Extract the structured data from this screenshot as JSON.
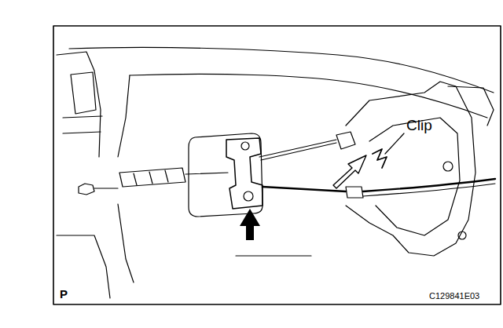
{
  "diagram": {
    "labels": [
      "Clip",
      "P",
      "C129841E03"
    ]
  }
}
